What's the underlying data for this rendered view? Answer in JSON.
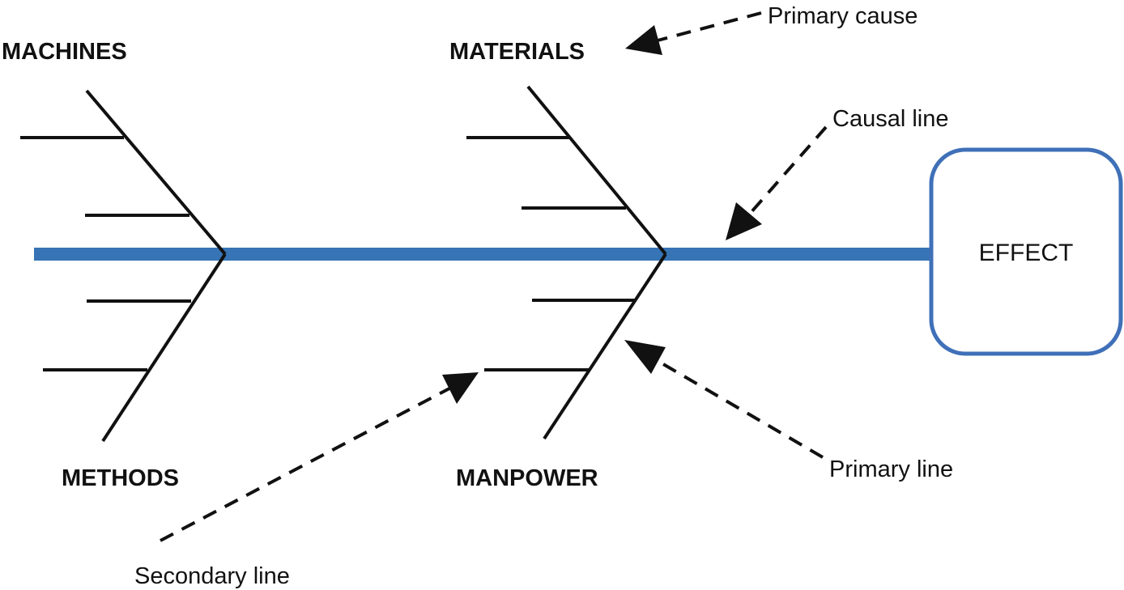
{
  "colors": {
    "spine": "#3674b5",
    "effect_border": "#3f70b8",
    "line": "#111111"
  },
  "categories": {
    "machines": "MACHINES",
    "materials": "MATERIALS",
    "methods": "METHODS",
    "manpower": "MANPOWER"
  },
  "effect": "EFFECT",
  "annotations": {
    "primary_cause": "Primary cause",
    "causal_line": "Causal line",
    "primary_line": "Primary line",
    "secondary_line": "Secondary line"
  }
}
